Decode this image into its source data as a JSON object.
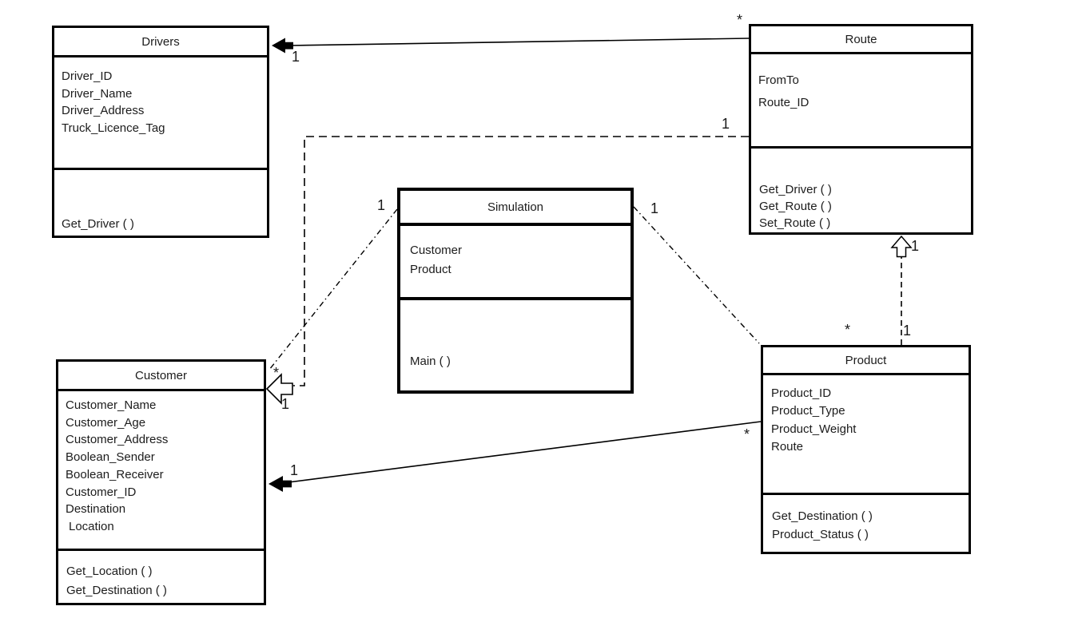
{
  "diagram": {
    "classes": [
      {
        "id": "drivers",
        "title": "Drivers",
        "attributes": [
          "Driver_ID",
          "Driver_Name",
          "Driver_Address",
          "Truck_Licence_Tag"
        ],
        "methods": [
          "Get_Driver ( )"
        ]
      },
      {
        "id": "route",
        "title": "Route",
        "attributes": [
          "FromTo",
          "Route_ID"
        ],
        "methods": [
          "Get_Driver ( )",
          "Get_Route ( )",
          "Set_Route ( )"
        ]
      },
      {
        "id": "simulation",
        "title": "Simulation",
        "attributes": [
          "Customer",
          "Product"
        ],
        "methods": [
          "Main ( )"
        ]
      },
      {
        "id": "customer",
        "title": "Customer",
        "attributes": [
          "Customer_Name",
          "Customer_Age",
          "Customer_Address",
          "Boolean_Sender",
          "Boolean_Receiver",
          "Customer_ID",
          "Destination",
          "Location"
        ],
        "methods": [
          "Get_Location ( )",
          "Get_Destination ( )"
        ]
      },
      {
        "id": "product",
        "title": "Product",
        "attributes": [
          "Product_ID",
          "Product_Type",
          "Product_Weight",
          "Route"
        ],
        "methods": [
          "Get_Destination ( )",
          "Product_Status ( )"
        ]
      }
    ],
    "multiplicities": {
      "route_drivers_route_end": "*",
      "route_drivers_drivers_end": "1",
      "route_customer_route_end": "1",
      "route_customer_star": "*",
      "route_customer_customer_end": "1",
      "sim_customer_sim_end": "1",
      "sim_product_sim_end": "1",
      "sim_product_product_end": "*",
      "product_route_route_end": "1",
      "product_route_product_end": "1",
      "product_customer_customer_end": "1",
      "product_customer_product_end": "*"
    },
    "colors": {
      "line": "#000000",
      "text": "#1a1a1a",
      "background": "#ffffff"
    }
  }
}
